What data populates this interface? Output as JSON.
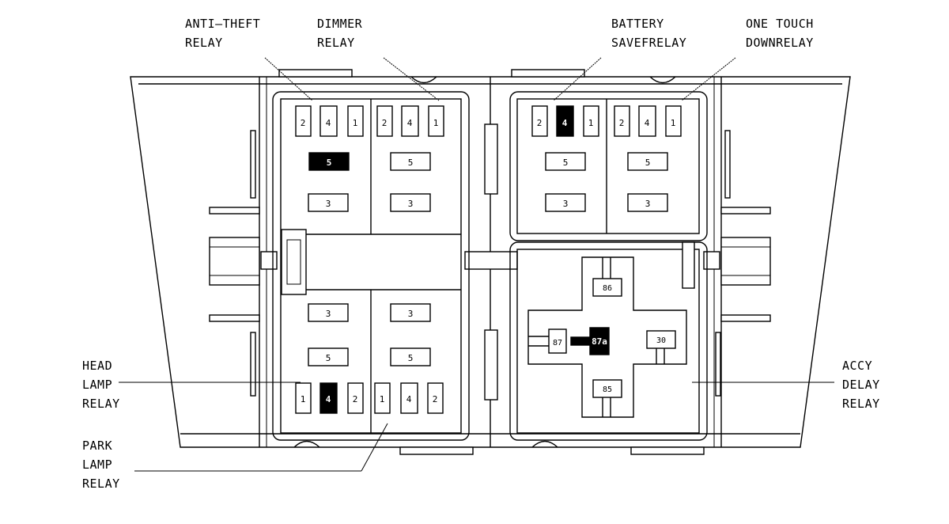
{
  "labels": {
    "anti_theft": [
      "ANTI–THEFT",
      "RELAY"
    ],
    "dimmer": [
      "DIMMER",
      "RELAY"
    ],
    "battery_saver": [
      "BATTERY",
      "SAVEFRELAY"
    ],
    "one_touch": [
      "ONE TOUCH",
      "DOWNRELAY"
    ],
    "head_lamp": [
      "HEAD",
      "LAMP",
      "RELAY"
    ],
    "park_lamp": [
      "PARK",
      "LAMP",
      "RELAY"
    ],
    "accy_delay": [
      "ACCY",
      "DELAY",
      "RELAY"
    ]
  },
  "pins": {
    "top_row": [
      "2",
      "4",
      "1"
    ],
    "mid": "5",
    "bottom": "3",
    "lower_row": [
      "1",
      "4",
      "2"
    ],
    "large_relay": [
      "86",
      "87",
      "87a",
      "30",
      "85"
    ]
  }
}
